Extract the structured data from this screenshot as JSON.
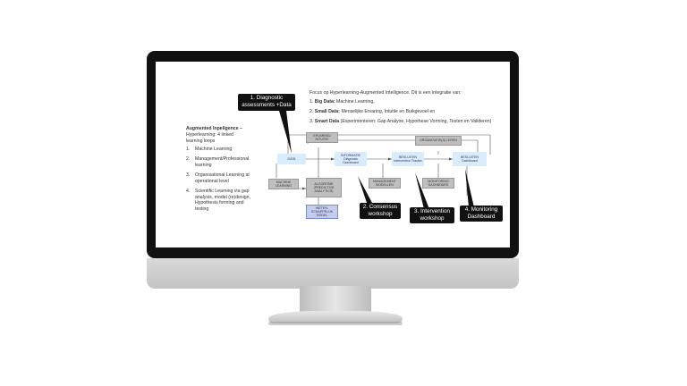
{
  "header": {
    "focus": "Focus op Hyperlearning-Augmented Intelligence. Dit is een integratie van:",
    "items": [
      {
        "num": "1.",
        "bold": "Big Data:",
        "text": " Machine Learning,"
      },
      {
        "num": "2.",
        "bold": "Small Data:",
        "text": " Menselijke Ervaring, Intuitie en Buikgevoel en"
      },
      {
        "num": "3.",
        "bold": "Smart Data",
        "text": " (Experimenteren: Gap Analyse, Hypothese Vorming, Testen en Valideren)"
      }
    ]
  },
  "sidebar": {
    "title": "Augmented Inpeligence –",
    "subtitle": "Hyperlearning: 4 linked learning loops",
    "items": [
      {
        "num": "1.",
        "text": "Machine Learning"
      },
      {
        "num": "2.",
        "text": "Management/Professional learning"
      },
      {
        "num": "3.",
        "text": "Organisational Learning at operational level"
      },
      {
        "num": "4.",
        "text": "Scientific Learning via gap analysis, model (re)design, Hypothesis forming and testing"
      }
    ]
  },
  "diagram": {
    "ervaring": "ERVARING/ INTUITIE",
    "data": "DATA",
    "informatie": "INFORMATIE Diagnosis Dashboard",
    "besluiten1": "BESLUITEN Intervention Tracker",
    "organisatie": "ORGANISATIE(S) LEREN",
    "besluiten2": "BESLUITEN Dashboard",
    "machine": "MACHINE LEARNING",
    "algoritme": "ALGORITME (PREDICTIVE ANALYTICS)",
    "management": "MANAGEMENT MODELLEN",
    "monitoring": "MONITORING DASHBOARD",
    "wetenschap": "WETEN-SCHAPPELIJK MODEL"
  },
  "callouts": {
    "c1": "1. Diagnostic assessments +Data",
    "c2": "2. Consensus workshop",
    "c3": "3. Intervention workshop",
    "c4": "4. Monitoring Dashboard"
  }
}
